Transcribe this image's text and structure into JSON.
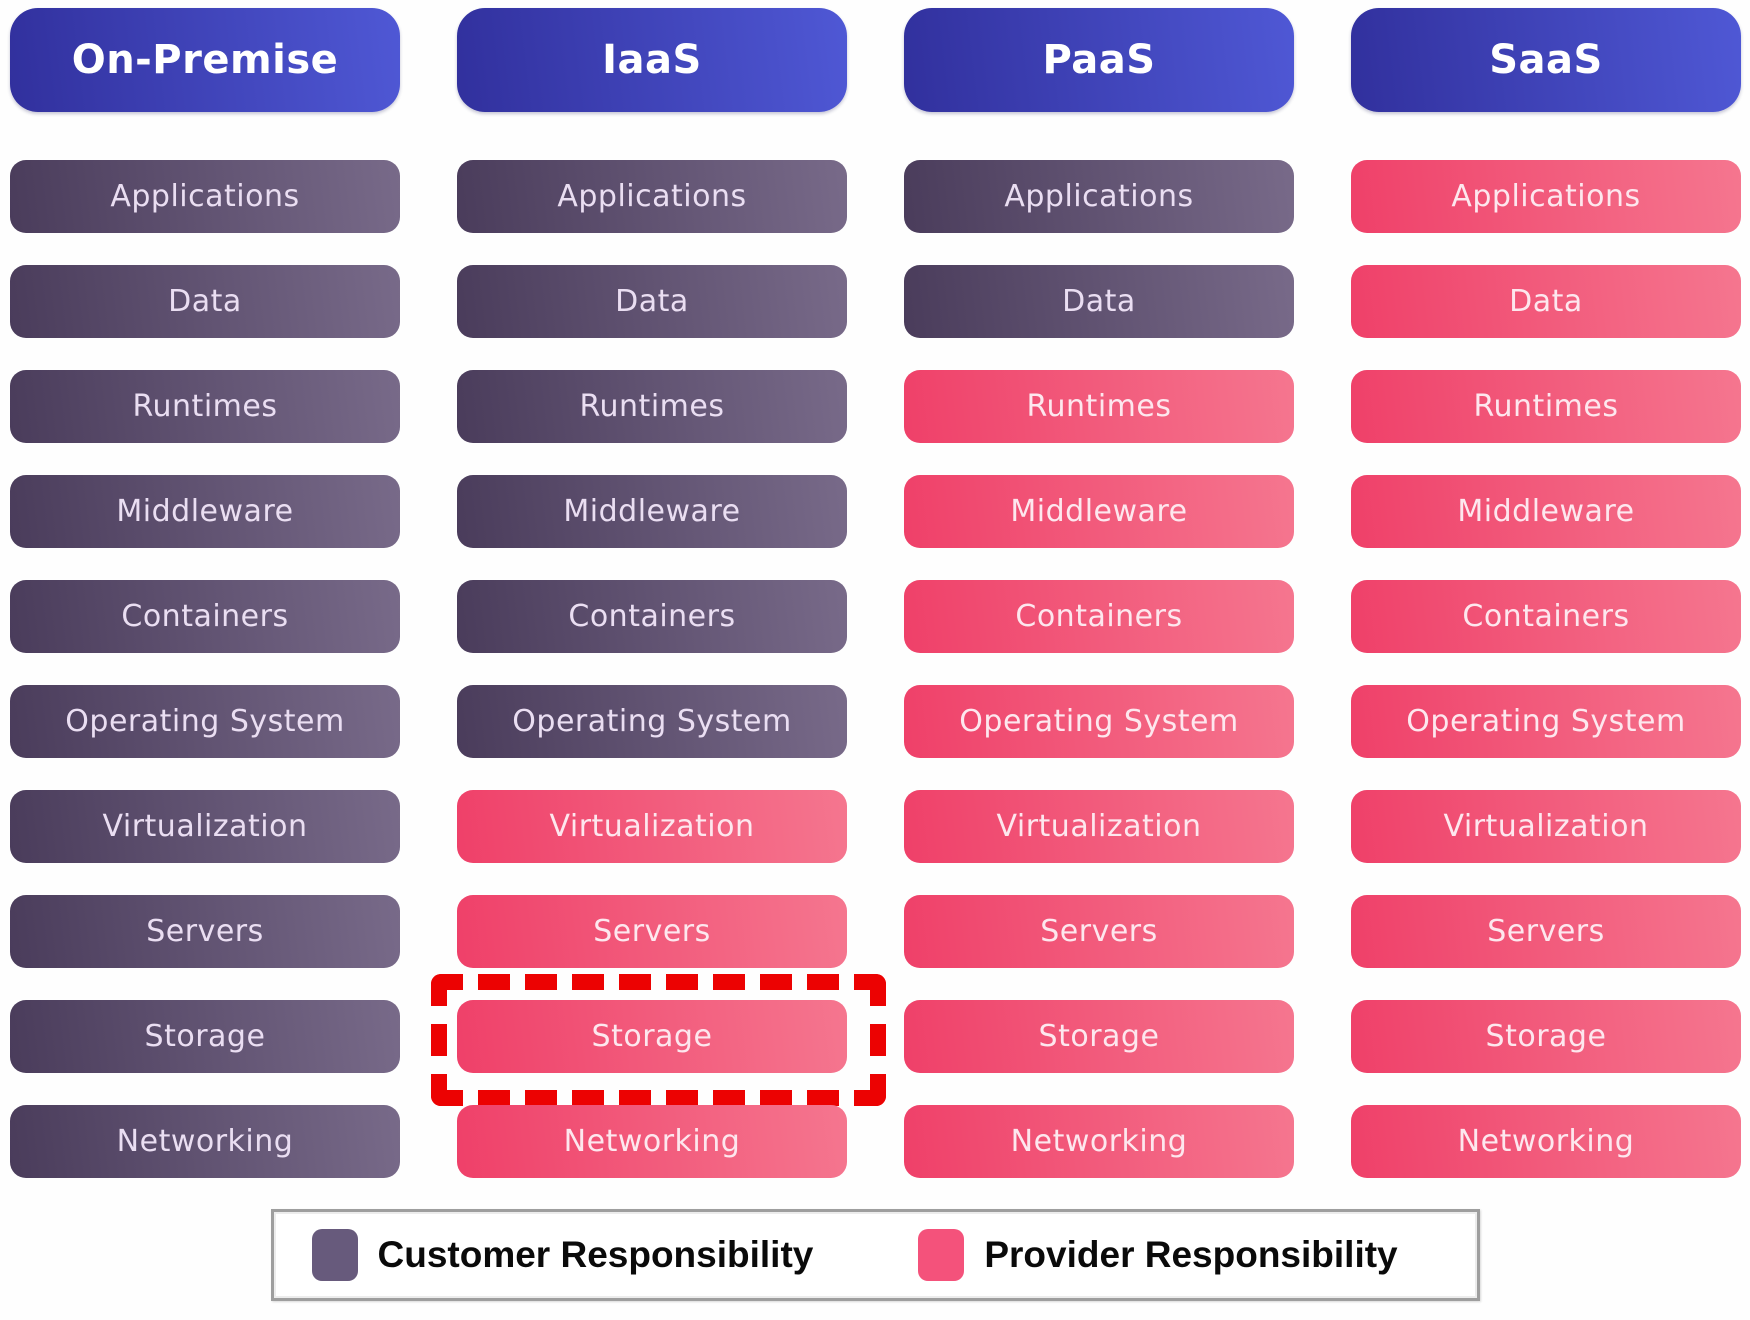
{
  "diagram": {
    "type": "shared-responsibility-matrix",
    "rows": [
      "Applications",
      "Data",
      "Runtimes",
      "Middleware",
      "Containers",
      "Operating System",
      "Virtualization",
      "Servers",
      "Storage",
      "Networking"
    ],
    "columns": [
      {
        "id": "on-premise",
        "title": "On-Premise",
        "cells": [
          {
            "label": "Applications",
            "responsibility": "customer",
            "highlighted": false
          },
          {
            "label": "Data",
            "responsibility": "customer",
            "highlighted": false
          },
          {
            "label": "Runtimes",
            "responsibility": "customer",
            "highlighted": false
          },
          {
            "label": "Middleware",
            "responsibility": "customer",
            "highlighted": false
          },
          {
            "label": "Containers",
            "responsibility": "customer",
            "highlighted": false
          },
          {
            "label": "Operating System",
            "responsibility": "customer",
            "highlighted": false
          },
          {
            "label": "Virtualization",
            "responsibility": "customer",
            "highlighted": false
          },
          {
            "label": "Servers",
            "responsibility": "customer",
            "highlighted": false
          },
          {
            "label": "Storage",
            "responsibility": "customer",
            "highlighted": false
          },
          {
            "label": "Networking",
            "responsibility": "customer",
            "highlighted": false
          }
        ]
      },
      {
        "id": "iaas",
        "title": "IaaS",
        "cells": [
          {
            "label": "Applications",
            "responsibility": "customer",
            "highlighted": false
          },
          {
            "label": "Data",
            "responsibility": "customer",
            "highlighted": false
          },
          {
            "label": "Runtimes",
            "responsibility": "customer",
            "highlighted": false
          },
          {
            "label": "Middleware",
            "responsibility": "customer",
            "highlighted": false
          },
          {
            "label": "Containers",
            "responsibility": "customer",
            "highlighted": false
          },
          {
            "label": "Operating System",
            "responsibility": "customer",
            "highlighted": false
          },
          {
            "label": "Virtualization",
            "responsibility": "provider",
            "highlighted": false
          },
          {
            "label": "Servers",
            "responsibility": "provider",
            "highlighted": false
          },
          {
            "label": "Storage",
            "responsibility": "provider",
            "highlighted": true
          },
          {
            "label": "Networking",
            "responsibility": "provider",
            "highlighted": false
          }
        ]
      },
      {
        "id": "paas",
        "title": "PaaS",
        "cells": [
          {
            "label": "Applications",
            "responsibility": "customer",
            "highlighted": false
          },
          {
            "label": "Data",
            "responsibility": "customer",
            "highlighted": false
          },
          {
            "label": "Runtimes",
            "responsibility": "provider",
            "highlighted": false
          },
          {
            "label": "Middleware",
            "responsibility": "provider",
            "highlighted": false
          },
          {
            "label": "Containers",
            "responsibility": "provider",
            "highlighted": false
          },
          {
            "label": "Operating System",
            "responsibility": "provider",
            "highlighted": false
          },
          {
            "label": "Virtualization",
            "responsibility": "provider",
            "highlighted": false
          },
          {
            "label": "Servers",
            "responsibility": "provider",
            "highlighted": false
          },
          {
            "label": "Storage",
            "responsibility": "provider",
            "highlighted": false
          },
          {
            "label": "Networking",
            "responsibility": "provider",
            "highlighted": false
          }
        ]
      },
      {
        "id": "saas",
        "title": "SaaS",
        "cells": [
          {
            "label": "Applications",
            "responsibility": "provider",
            "highlighted": false
          },
          {
            "label": "Data",
            "responsibility": "provider",
            "highlighted": false
          },
          {
            "label": "Runtimes",
            "responsibility": "provider",
            "highlighted": false
          },
          {
            "label": "Middleware",
            "responsibility": "provider",
            "highlighted": false
          },
          {
            "label": "Containers",
            "responsibility": "provider",
            "highlighted": false
          },
          {
            "label": "Operating System",
            "responsibility": "provider",
            "highlighted": false
          },
          {
            "label": "Virtualization",
            "responsibility": "provider",
            "highlighted": false
          },
          {
            "label": "Servers",
            "responsibility": "provider",
            "highlighted": false
          },
          {
            "label": "Storage",
            "responsibility": "provider",
            "highlighted": false
          },
          {
            "label": "Networking",
            "responsibility": "provider",
            "highlighted": false
          }
        ]
      }
    ],
    "highlight": {
      "column": "iaas",
      "cell": "Storage"
    }
  },
  "legend": {
    "customer_label": "Customer Responsibility",
    "provider_label": "Provider Responsibility"
  },
  "colors": {
    "header_grad_start": "#31309d",
    "header_grad_end": "#4f58d5",
    "header_text": "#ffffff",
    "customer_grad_start": "#4a3c5b",
    "customer_grad_end": "#786a89",
    "customer_text": "#eadef2",
    "provider_grad_start": "#ef4069",
    "provider_grad_end": "#f5768f",
    "provider_text": "#fde7ee",
    "highlight_border": "#ec0202",
    "legend_customer_swatch": "#675a7c",
    "legend_provider_swatch": "#f4527b",
    "legend_border": "#9e9e9e",
    "legend_text": "#0a0a0a"
  }
}
